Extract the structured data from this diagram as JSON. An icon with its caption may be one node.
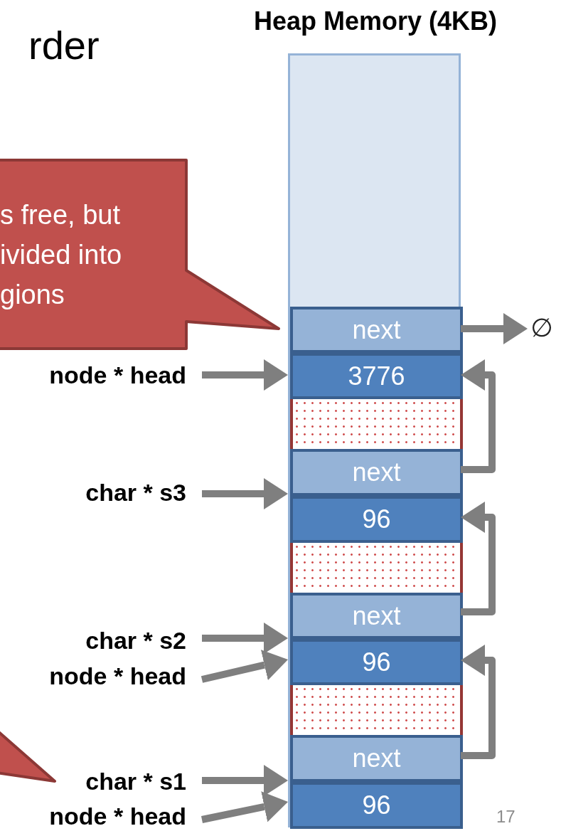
{
  "diagram": {
    "nodes": [
      {
        "text": [
          "Heap Memory (4KB)"
        ]
      },
      {
        "text": [
          "next"
        ],
        "in": 0
      },
      {
        "text": [
          "3776"
        ],
        "in": 0
      },
      {
        "text": [],
        "shape": "box",
        "in": 0
      },
      {
        "text": [
          "next"
        ],
        "in": 0
      },
      {
        "text": [
          "96"
        ],
        "in": 0
      },
      {
        "text": [],
        "shape": "box",
        "in": 0
      },
      {
        "text": [
          "next"
        ],
        "in": 0
      },
      {
        "text": [
          "96"
        ],
        "in": 0
      },
      {
        "text": [],
        "shape": "box",
        "in": 0
      },
      {
        "text": [
          "next"
        ],
        "in": 0
      },
      {
        "text": [
          "96"
        ],
        "in": 0
      },
      {
        "text": [
          "∅"
        ]
      },
      {
        "text": [
          "node * head"
        ]
      },
      {
        "text": [
          "char * s3"
        ]
      },
      {
        "text": [
          "char * s2"
        ]
      },
      {
        "text": [
          "node * head"
        ]
      },
      {
        "text": [
          "char * s1"
        ]
      },
      {
        "text": [
          "node * head"
        ]
      },
      {
        "text": [
          "s free, but ivided into gions"
        ]
      },
      {
        "text": [],
        "shape": "callout"
      }
    ],
    "edges": [
      {
        "from": 1,
        "to": 12,
        "arrow": "to"
      },
      {
        "from": 13,
        "to": 2,
        "arrow": "to"
      },
      {
        "from": 14,
        "to": 5,
        "arrow": "to"
      },
      {
        "from": 15,
        "to": 8,
        "arrow": "to"
      },
      {
        "from": 16,
        "to": 8,
        "arrow": "to"
      },
      {
        "from": 17,
        "to": 11,
        "arrow": "to"
      },
      {
        "from": 18,
        "to": 11,
        "arrow": "to"
      },
      {
        "from": 4,
        "to": 2,
        "arrow": "to"
      },
      {
        "from": 7,
        "to": 5,
        "arrow": "to"
      },
      {
        "from": 10,
        "to": 8,
        "arrow": "to"
      }
    ],
    "labels": [
      "rder",
      "17"
    ]
  }
}
